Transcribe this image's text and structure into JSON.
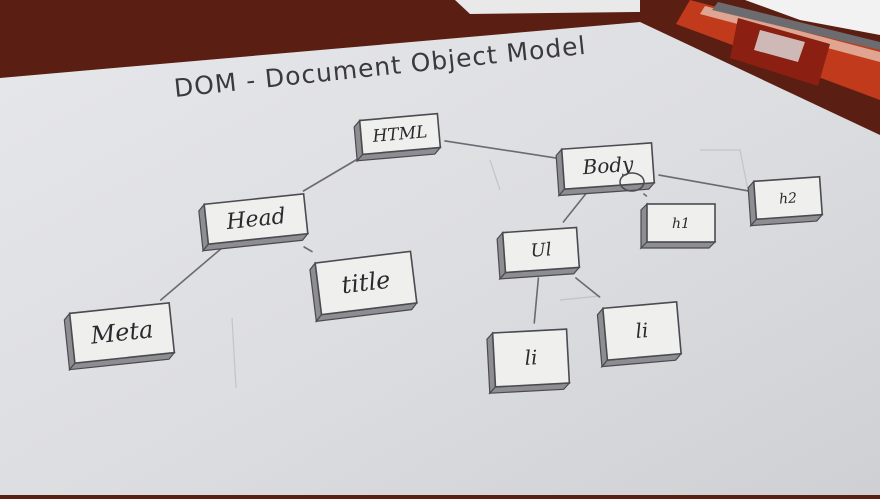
{
  "diagram": {
    "title": "DOM - Document Object Model",
    "nodes": [
      {
        "id": "html",
        "label": "HTML"
      },
      {
        "id": "head",
        "label": "Head"
      },
      {
        "id": "body",
        "label": "Body"
      },
      {
        "id": "meta",
        "label": "Meta"
      },
      {
        "id": "title",
        "label": "title"
      },
      {
        "id": "ul",
        "label": "Ul"
      },
      {
        "id": "h1",
        "label": "h1"
      },
      {
        "id": "h2",
        "label": "h2"
      },
      {
        "id": "li1",
        "label": "li"
      },
      {
        "id": "li2",
        "label": "li"
      }
    ],
    "edges": [
      [
        "html",
        "head"
      ],
      [
        "html",
        "body"
      ],
      [
        "head",
        "meta"
      ],
      [
        "head",
        "title"
      ],
      [
        "body",
        "ul"
      ],
      [
        "body",
        "h1"
      ],
      [
        "body",
        "h2"
      ],
      [
        "ul",
        "li1"
      ],
      [
        "ul",
        "li2"
      ]
    ]
  }
}
